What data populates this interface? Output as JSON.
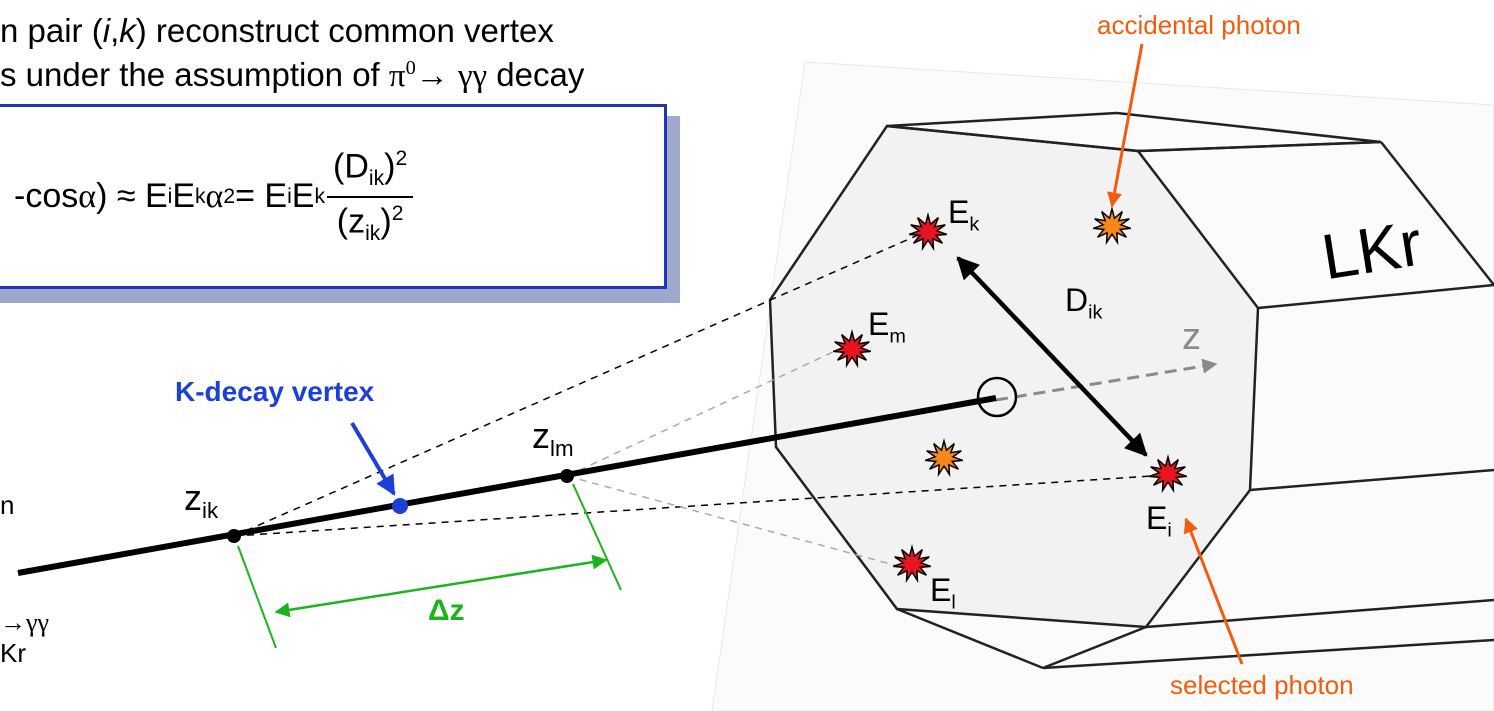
{
  "header": {
    "line1": "n pair (",
    "line1_i": "i",
    "line1_comma": ",",
    "line1_k": "k",
    "line1_rest": ") reconstruct common vertex",
    "line2_prefix": "s under the assumption of  ",
    "line2_pi": "π",
    "line2_pi_sup": "0",
    "line2_arrow": "→ ",
    "line2_gg": "γγ",
    "line2_suffix": " decay"
  },
  "formula": {
    "part1": "-cos",
    "alpha": "α",
    "part2": ") ≈ E",
    "sub_i": "i",
    "E": "E",
    "sub_k": "k",
    "alpha2": "α",
    "sq": "2",
    "eq": " = E",
    "num_open": "(D",
    "num_sub": "ik",
    "num_close": ")",
    "den_open": "(z",
    "den_sub": "ik",
    "den_close": ")"
  },
  "labels": {
    "accidental_photon": "accidental photon",
    "selected_photon": "selected photon",
    "k_decay_vertex": "K-decay vertex",
    "delta_z": "Δz",
    "lkr": "LKr",
    "z_axis": "z",
    "z_ik": "z",
    "z_ik_sub": "ik",
    "z_lm": "z",
    "z_lm_sub": "lm",
    "D_ik": "D",
    "D_ik_sub": "ik",
    "E_k": "E",
    "E_k_sub": "k",
    "E_m": "E",
    "E_m_sub": "m",
    "E_i": "E",
    "E_i_sub": "i",
    "E_l": "E",
    "E_l_sub": "l",
    "left_n": "n",
    "left_gg": "→γγ",
    "left_kr": "Kr"
  },
  "colors": {
    "blue": "#1c3fd6",
    "green": "#1db31d",
    "orange": "#f35c0c",
    "red": "#e8141e",
    "accidental_fill": "#f7891c",
    "frame_blue": "#2233bb"
  }
}
